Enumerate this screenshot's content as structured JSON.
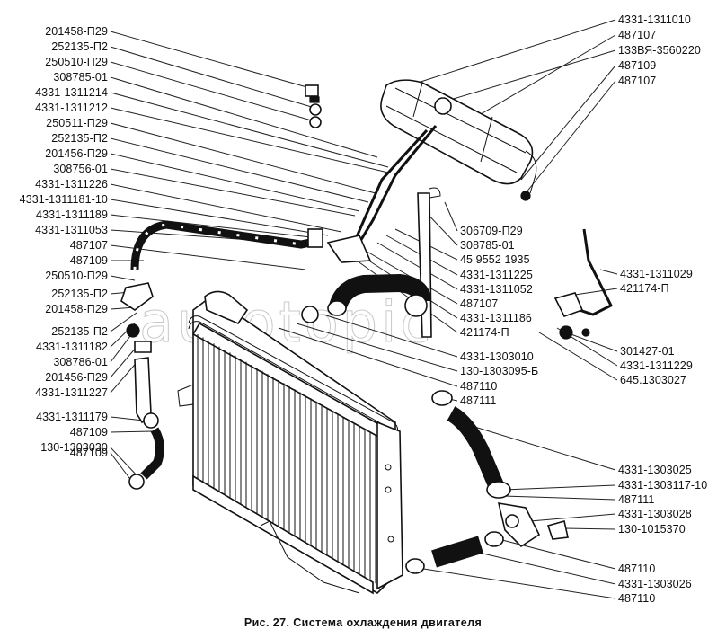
{
  "figure": {
    "caption": "Рис. 27. Система охлаждения двигателя",
    "watermark": "autotopic"
  },
  "labels_left": [
    "201458-П29",
    "252135-П2",
    "250510-П29",
    "308785-01",
    "4331-1311214",
    "4331-1311212",
    "250511-П29",
    "252135-П2",
    "201456-П29",
    "308756-01",
    "4331-1311226",
    "4331-1311181-10",
    "4331-1311189",
    "4331-1311053",
    "487107",
    "487109",
    "250510-П29",
    "252135-П2",
    "201458-П29",
    "252135-П2",
    "4331-1311182",
    "308786-01",
    "201456-П29",
    "4331-1311227",
    "4331-1311179",
    "487109",
    "130-1303030",
    "487109"
  ],
  "labels_right_top": [
    "4331-1311010",
    "487107",
    "133ВЯ-3560220",
    "487109",
    "487107"
  ],
  "labels_center": [
    "306709-П29",
    "308785-01",
    "45 9552 1935",
    "4331-1311225",
    "4331-1311052",
    "487107",
    "4331-1311186",
    "421174-П",
    "4331-1303010",
    "130-1303095-Б",
    "487110",
    "487111"
  ],
  "labels_right_mid": [
    "4331-1311029",
    "421174-П",
    "301427-01",
    "4331-1311229",
    "645.1303027"
  ],
  "labels_right_bottom": [
    "4331-1303025",
    "4331-1303117-10",
    "487111",
    "4331-1303028",
    "130-1015370",
    "487110",
    "4331-1303026",
    "487110"
  ]
}
